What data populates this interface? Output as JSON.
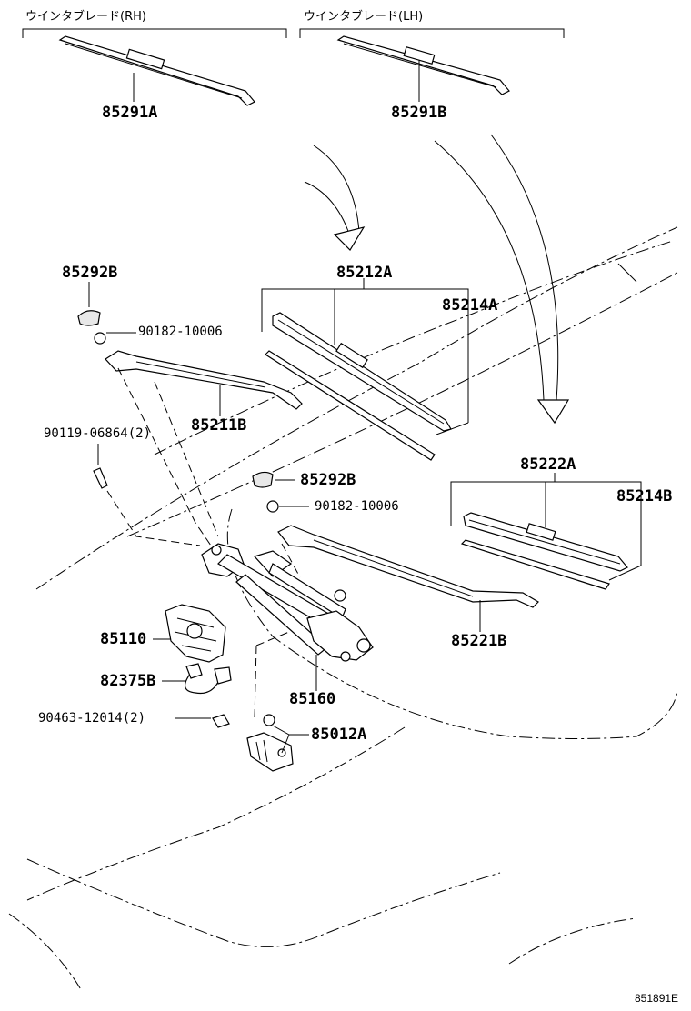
{
  "headers": {
    "rh": "ウインタブレード(RH)",
    "lh": "ウインタブレード(LH)"
  },
  "labels": {
    "p85291A": "85291A",
    "p85291B": "85291B",
    "p85292B_top": "85292B",
    "p90182_top": "90182-10006",
    "p85212A": "85212A",
    "p85214A": "85214A",
    "p85211B": "85211B",
    "p90119": "90119-06864(2)",
    "p85292B_mid": "85292B",
    "p90182_mid": "90182-10006",
    "p85222A": "85222A",
    "p85214B": "85214B",
    "p85110": "85110",
    "p82375B": "82375B",
    "p85221B": "85221B",
    "p90463": "90463-12014(2)",
    "p85160": "85160",
    "p85012A": "85012A"
  },
  "figure_code": "851891E"
}
